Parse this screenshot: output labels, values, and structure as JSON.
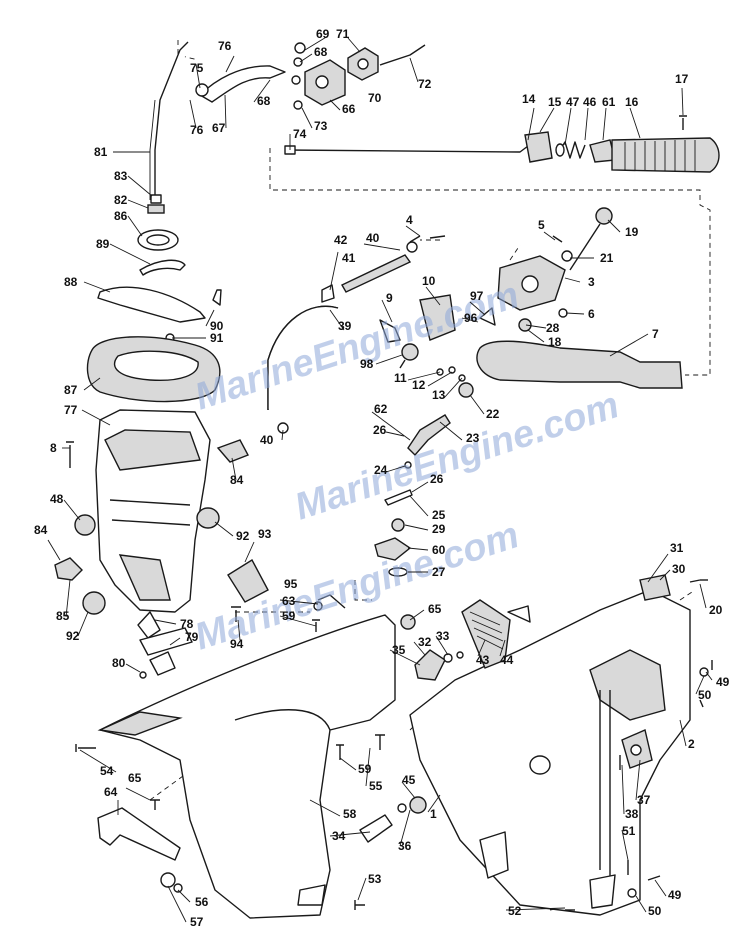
{
  "watermarks": [
    "MarineEngine.com",
    "MarineEngine.com",
    "MarineEngine.com"
  ],
  "callouts": [
    "1",
    "2",
    "3",
    "4",
    "5",
    "6",
    "7",
    "8",
    "9",
    "10",
    "11",
    "12",
    "13",
    "14",
    "15",
    "16",
    "17",
    "18",
    "19",
    "20",
    "21",
    "22",
    "23",
    "24",
    "25",
    "26",
    "27",
    "28",
    "29",
    "30",
    "31",
    "32",
    "33",
    "34",
    "35",
    "36",
    "37",
    "38",
    "39",
    "40",
    "41",
    "42",
    "43",
    "44",
    "45",
    "46",
    "47",
    "48",
    "49",
    "50",
    "51",
    "52",
    "53",
    "54",
    "55",
    "56",
    "57",
    "58",
    "59",
    "60",
    "61",
    "62",
    "63",
    "64",
    "65",
    "66",
    "67",
    "68",
    "69",
    "70",
    "71",
    "72",
    "73",
    "74",
    "75",
    "76",
    "77",
    "78",
    "79",
    "80",
    "81",
    "82",
    "83",
    "84",
    "85",
    "86",
    "87",
    "88",
    "89",
    "90",
    "91",
    "92",
    "93",
    "94",
    "95",
    "96",
    "97",
    "98"
  ]
}
